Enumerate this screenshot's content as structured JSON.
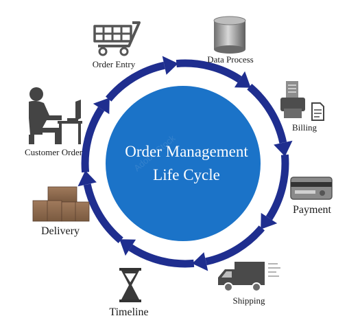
{
  "center": {
    "title_line1": "Order Management",
    "title_line2": "Life Cycle"
  },
  "stages": {
    "order_entry": "Order Entry",
    "data_process": "Data Process",
    "billing": "Billing",
    "payment": "Payment",
    "shipping": "Shipping",
    "timeline": "Timeline",
    "delivery": "Delivery",
    "customer_order": "Customer Order"
  },
  "icons": {
    "order_entry": "shopping-cart-icon",
    "data_process": "database-icon",
    "billing": "printer-document-icon",
    "payment": "credit-card-icon",
    "shipping": "truck-icon",
    "timeline": "hourglass-icon",
    "delivery": "boxes-icon",
    "customer_order": "person-at-computer-icon"
  },
  "colors": {
    "center_circle": "#1b73c8",
    "arrows": "#1f2e8f",
    "icons": "#555555",
    "text": "#1a1a1a"
  }
}
